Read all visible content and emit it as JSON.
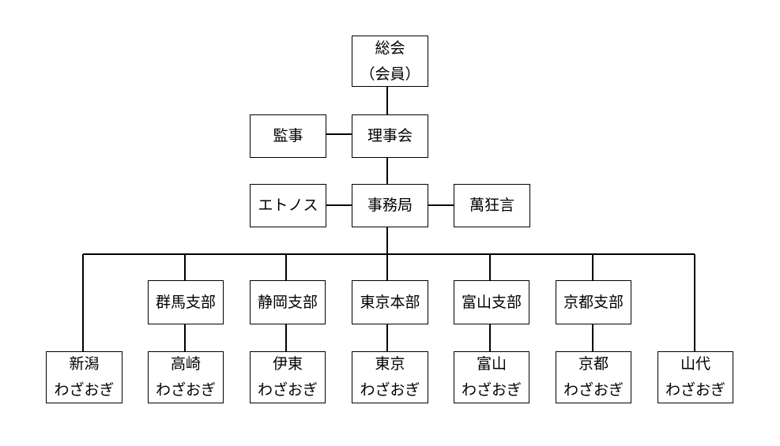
{
  "org": {
    "general_assembly": {
      "line1": "総会",
      "line2": "（会員）"
    },
    "auditor": {
      "line1": "監事"
    },
    "board": {
      "line1": "理事会"
    },
    "ethnos": {
      "line1": "エトノス"
    },
    "secretariat": {
      "line1": "事務局"
    },
    "mankyogen": {
      "line1": "萬狂言"
    },
    "branch_gunma": {
      "line1": "群馬支部"
    },
    "branch_shizuoka": {
      "line1": "静岡支部"
    },
    "hq_tokyo": {
      "line1": "東京本部"
    },
    "branch_toyama": {
      "line1": "富山支部"
    },
    "branch_kyoto": {
      "line1": "京都支部"
    },
    "group_niigata": {
      "line1": "新潟",
      "line2": "わざおぎ"
    },
    "group_takasaki": {
      "line1": "高崎",
      "line2": "わざおぎ"
    },
    "group_ito": {
      "line1": "伊東",
      "line2": "わざおぎ"
    },
    "group_tokyo": {
      "line1": "東京",
      "line2": "わざおぎ"
    },
    "group_toyama": {
      "line1": "富山",
      "line2": "わざおぎ"
    },
    "group_kyoto": {
      "line1": "京都",
      "line2": "わざおぎ"
    },
    "group_yamashiro": {
      "line1": "山代",
      "line2": "わざおぎ"
    }
  }
}
